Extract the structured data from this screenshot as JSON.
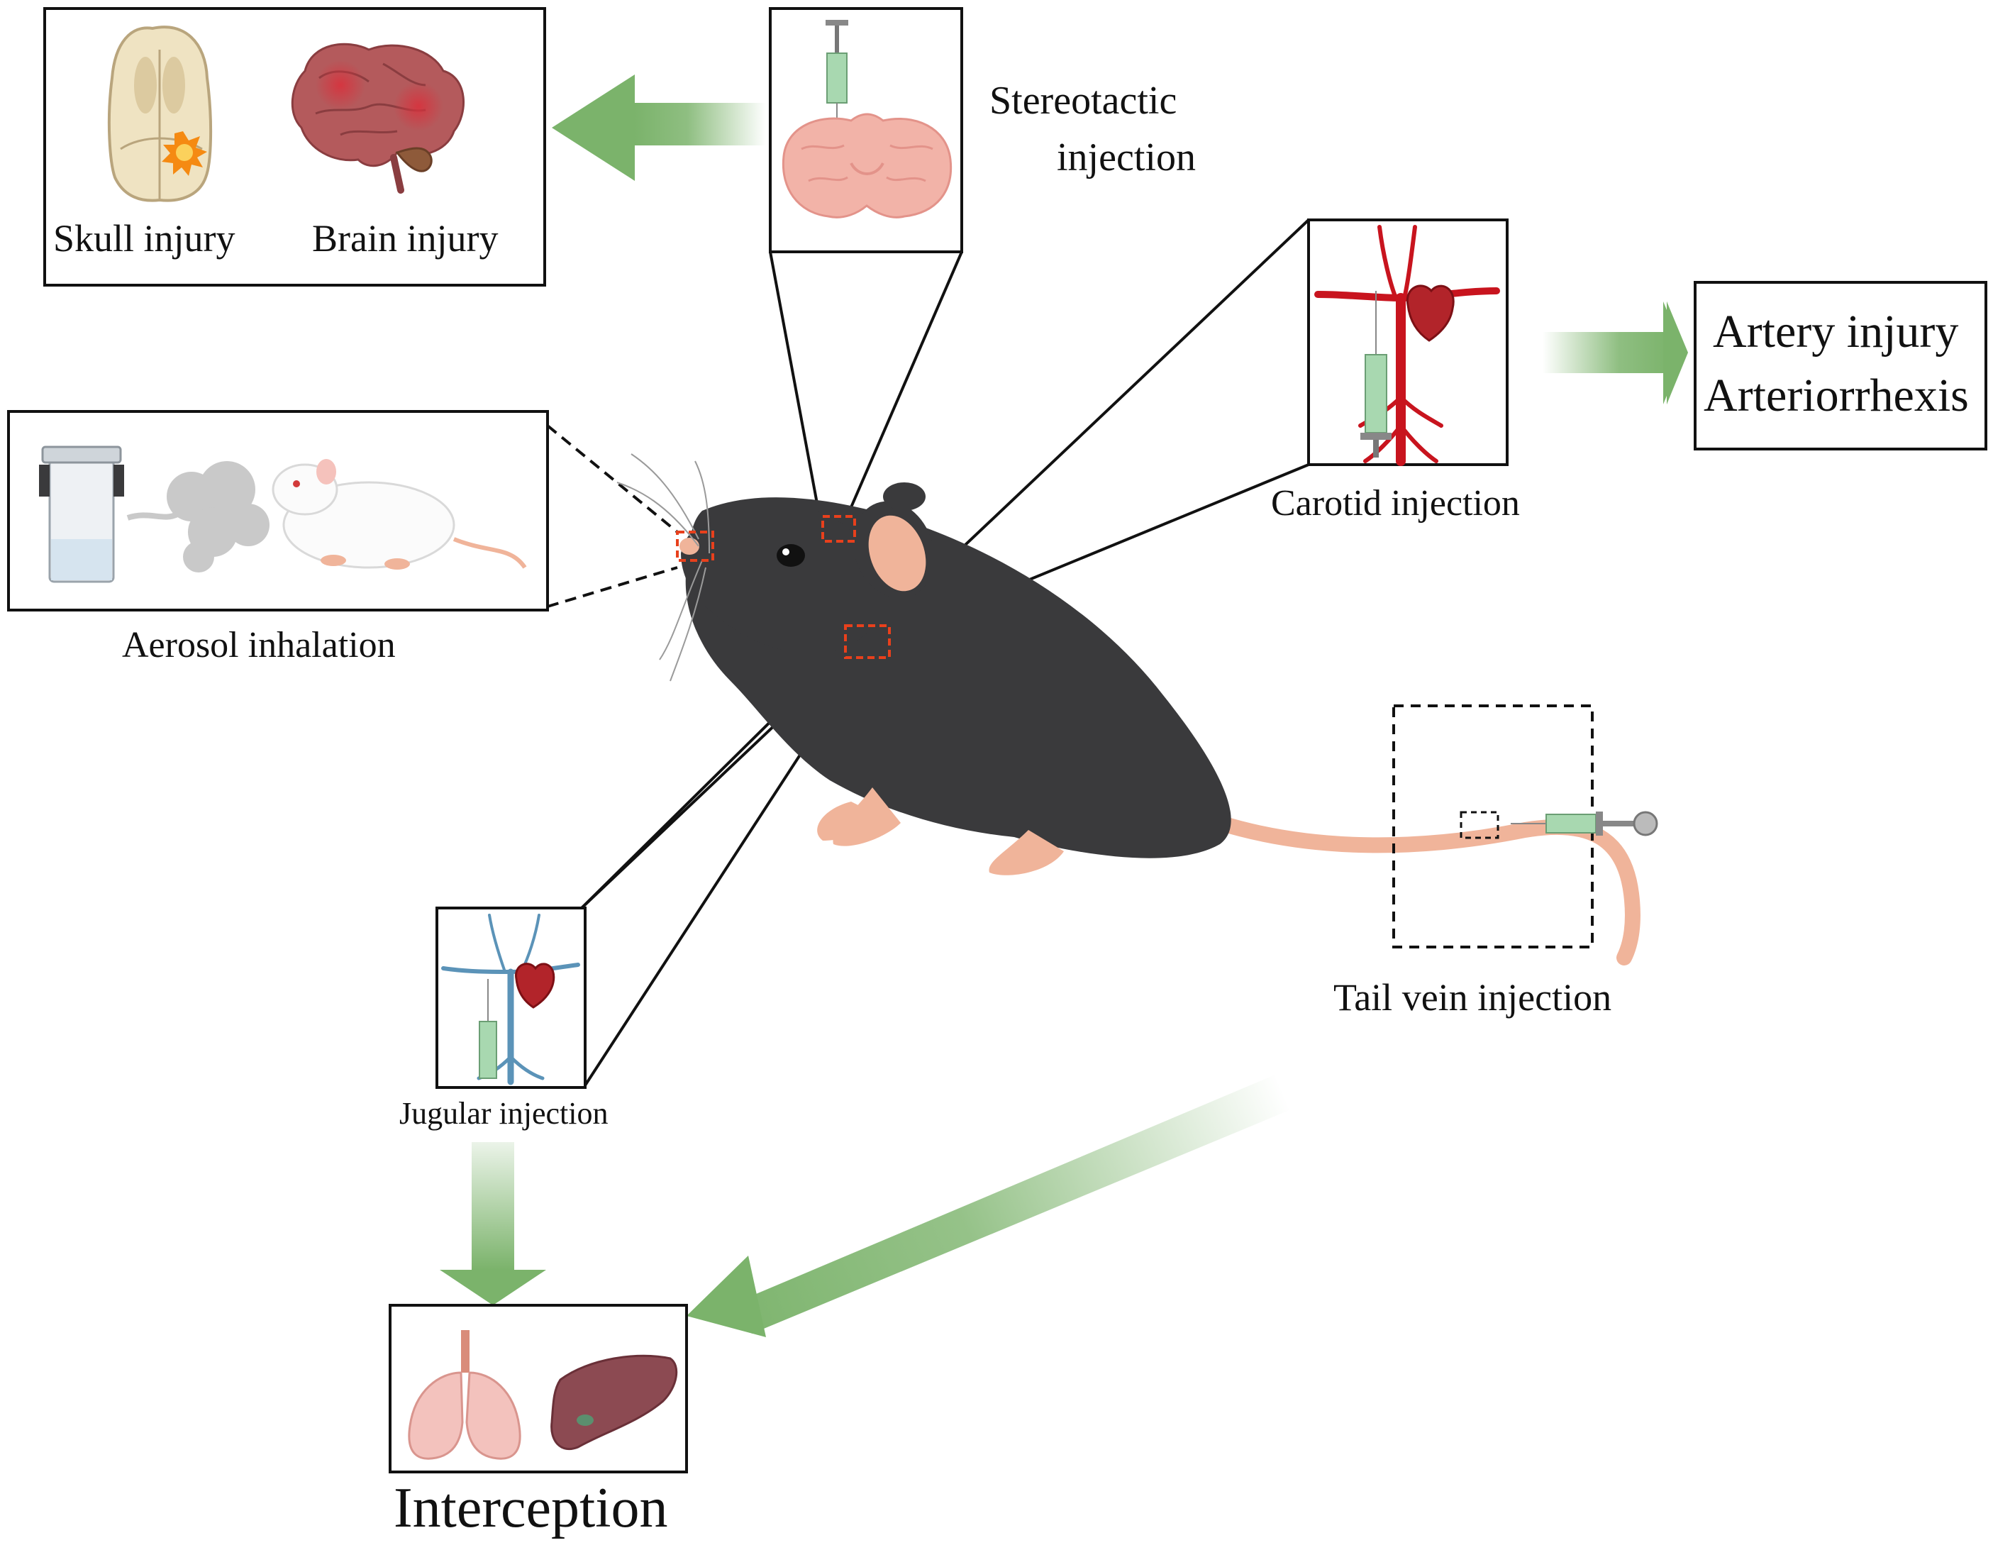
{
  "labels": {
    "skull_injury": "Skull injury",
    "brain_injury": "Brain injury",
    "stereotactic_line1": "Stereotactic",
    "stereotactic_line2": "injection",
    "carotid_injection": "Carotid injection",
    "artery_injury": "Artery injury",
    "arteriorrhexis": "Arteriorrhexis",
    "aerosol_inhalation": "Aerosol inhalation",
    "tail_vein_injection": "Tail vein injection",
    "jugular_injection": "Jugular injection",
    "interception": "Interception"
  },
  "colors": {
    "arrow_green": "#7bb36b",
    "mouse_body": "#3a3a3c",
    "mouse_skin": "#f0b49a",
    "marker_red": "#e8401c",
    "artery_red": "#c8141e",
    "vein_blue": "#5b93b8",
    "syringe_green": "#a8d8b0",
    "brain_pink": "#f2b3a8",
    "lung_pink": "#f3c2bd",
    "liver_brown": "#8c4a52"
  }
}
